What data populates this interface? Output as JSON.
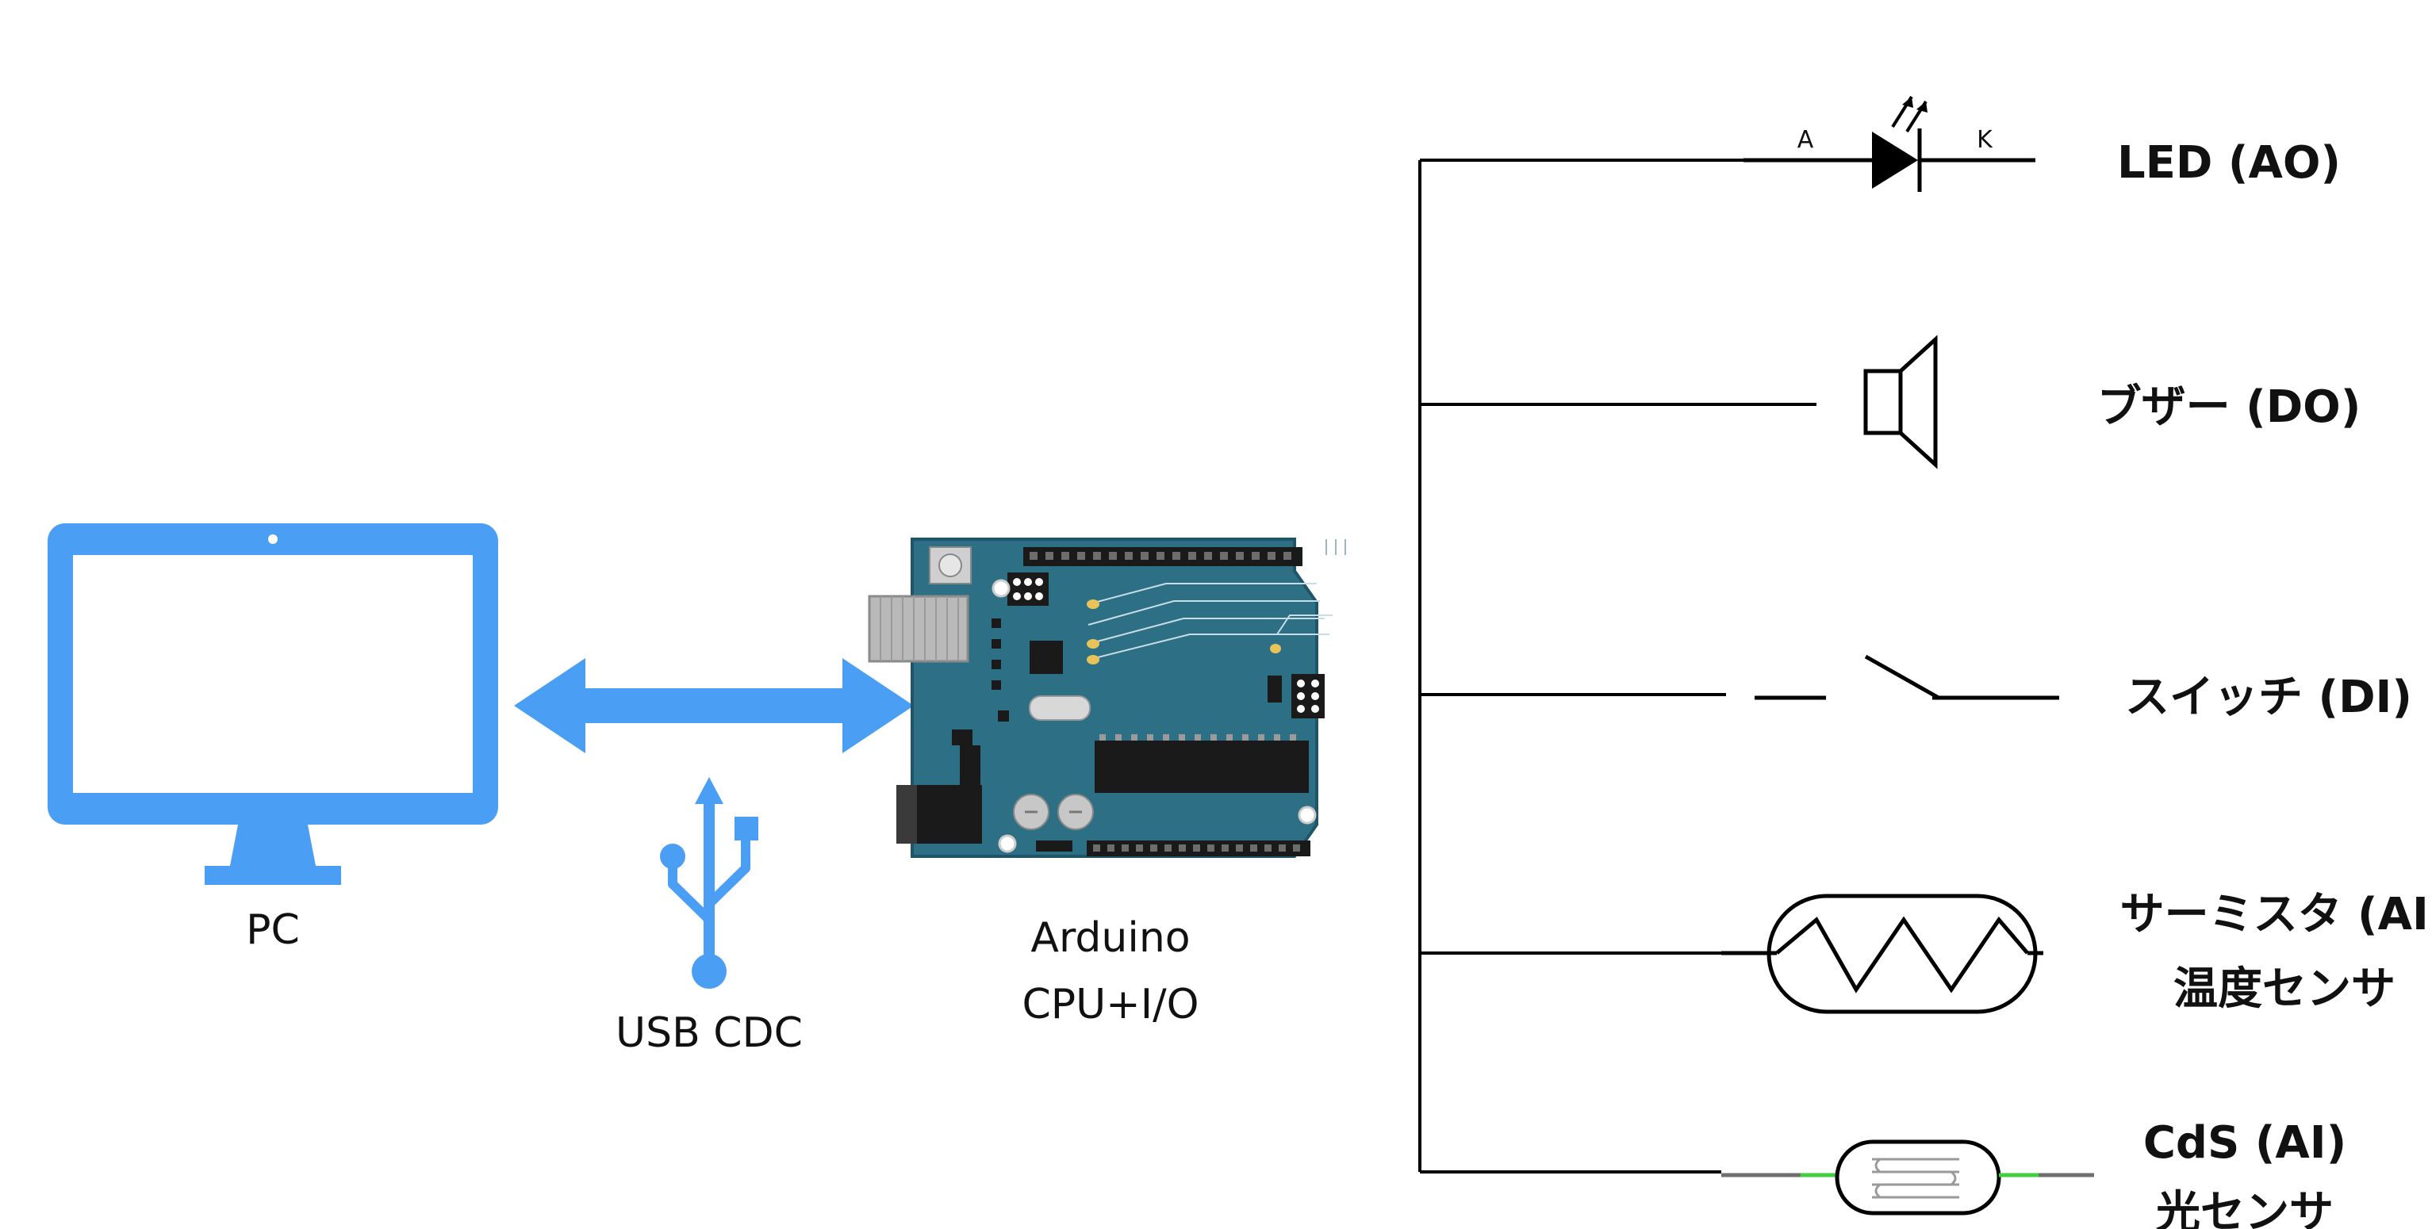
{
  "colors": {
    "icon_blue": "#4a9ff5",
    "board_teal": "#2d6f84",
    "board_edge": "#1f5566",
    "cds_green": "#3fcf3f"
  },
  "pc": {
    "label": "PC",
    "icon": "monitor-icon"
  },
  "link": {
    "label": "USB CDC",
    "icon": "usb-icon",
    "arrow_icon": "double-arrow-icon"
  },
  "arduino": {
    "label_line1": "Arduino",
    "label_line2": "CPU+I/O",
    "icon": "arduino-board-icon"
  },
  "peripherals": {
    "led": {
      "label": "LED (AO)",
      "pin_a": "A",
      "pin_k": "K",
      "icon": "led-symbol-icon"
    },
    "buzzer": {
      "label": "ブザー (DO)",
      "icon": "speaker-symbol-icon"
    },
    "switch": {
      "label": "スイッチ (DI)",
      "icon": "switch-symbol-icon"
    },
    "thermistor": {
      "label_line1": "サーミスタ (AI)",
      "label_line2": "温度センサ",
      "icon": "thermistor-symbol-icon"
    },
    "cds": {
      "label_line1": "CdS (AI)",
      "label_line2": "光センサ",
      "icon": "photoresistor-symbol-icon"
    }
  }
}
